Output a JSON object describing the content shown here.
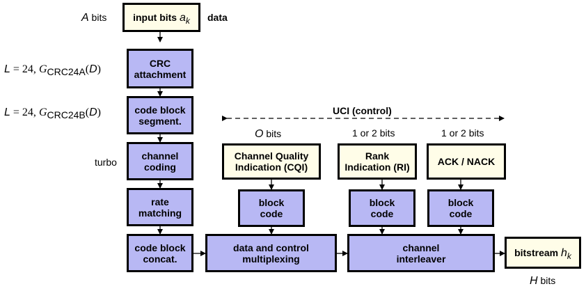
{
  "boxes": {
    "input_bits": {
      "text": "input bits ",
      "var": "a",
      "sub": "k"
    },
    "crc_attachment": {
      "line1": "CRC",
      "line2": "attachment"
    },
    "code_block_segmentation": {
      "line1": "code block",
      "line2": "segment."
    },
    "channel_coding": {
      "line1": "channel",
      "line2": "coding"
    },
    "rate_matching": {
      "line1": "rate",
      "line2": "matching"
    },
    "code_block_concat": {
      "line1": "code block",
      "line2": "concat."
    },
    "cqi": {
      "line1": "Channel Quality",
      "line2": "Indication (CQI)"
    },
    "ri": {
      "line1": "Rank",
      "line2": "Indication (RI)"
    },
    "ack_nack": {
      "line1": "ACK / NACK"
    },
    "block_code_cqi": {
      "line1": "block",
      "line2": "code"
    },
    "block_code_ri": {
      "line1": "block",
      "line2": "code"
    },
    "block_code_ack": {
      "line1": "block",
      "line2": "code"
    },
    "data_control_mux": {
      "line1": "data and control",
      "line2": "multiplexing"
    },
    "channel_interleaver": {
      "line1": "channel",
      "line2": "interleaver"
    },
    "bitstream": {
      "text": "bitstream ",
      "var": "h",
      "sub": "k"
    }
  },
  "labels": {
    "a_bits": {
      "var": "A",
      "text": " bits"
    },
    "data": "data",
    "crc24a": {
      "L": "L",
      "eq": " = 24, ",
      "G": "G",
      "sub": "CRC24A",
      "arg": "D"
    },
    "crc24b": {
      "L": "L",
      "eq": " = 24, ",
      "G": "G",
      "sub": "CRC24B",
      "arg": "D"
    },
    "turbo": "turbo",
    "uci_control": "UCI (control)",
    "o_bits": {
      "var": "O",
      "text": " bits"
    },
    "ri_bits": "1 or 2 bits",
    "ack_bits": "1 or 2 bits",
    "h_bits": {
      "var": "H",
      "text": " bits"
    }
  }
}
